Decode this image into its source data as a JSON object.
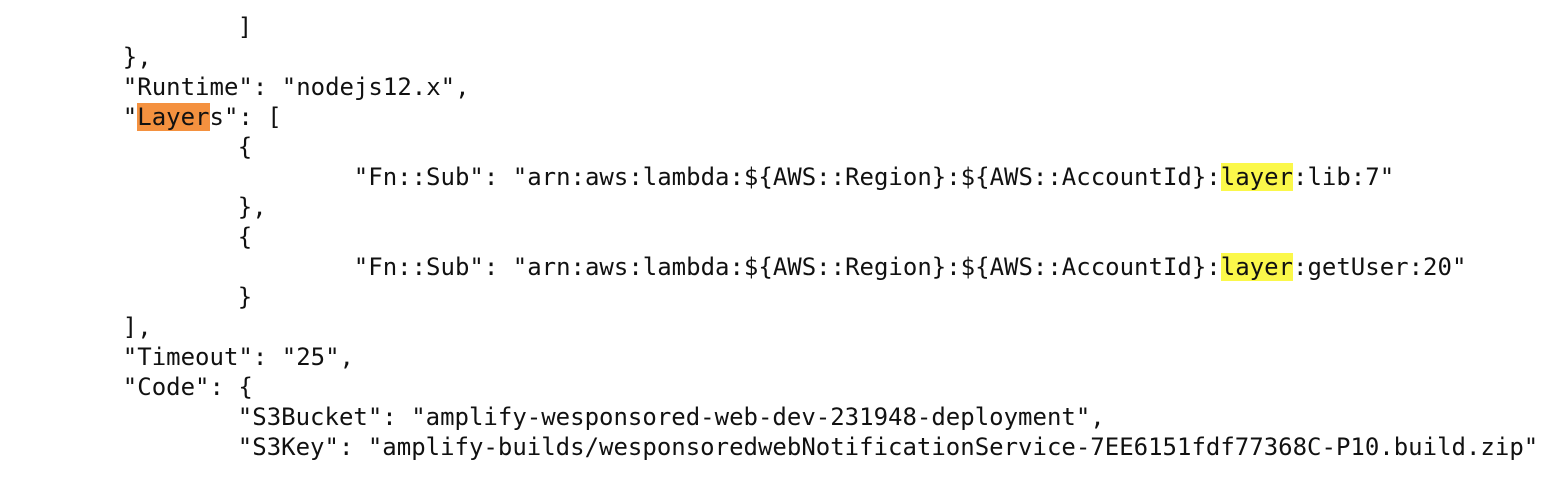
{
  "search": {
    "query": "layer",
    "colors": {
      "current_match": "#f4913f",
      "other_match": "#fbf84a"
    }
  },
  "code": {
    "l_close_bracket": "]",
    "l_close_brace": "},",
    "runtime": "\"Runtime\": \"nodejs12.x\",",
    "layers_open_quote": "\"",
    "layers_match": "Layer",
    "layers_rest": "s\": [",
    "l_open1": "{",
    "sub1_before": "\"Fn::Sub\": \"arn:aws:lambda:${AWS::Region}:${AWS::AccountId}:",
    "sub1_match": "layer",
    "sub1_after": ":lib:7\"",
    "l_close1": "},",
    "l_open2": "{",
    "sub2_before": "\"Fn::Sub\": \"arn:aws:lambda:${AWS::Region}:${AWS::AccountId}:",
    "sub2_match": "layer",
    "sub2_after": ":getUser:20\"",
    "l_close2": "}",
    "l_array_close": "],",
    "timeout": "\"Timeout\": \"25\",",
    "code_open": "\"Code\": {",
    "s3bucket": "\"S3Bucket\": \"amplify-wesponsored-web-dev-231948-deployment\",",
    "s3key_partial": "\"S3Key\": \"amplify-builds/wesponsoredwebNotificationService-7EE6151fdf77368C-P10.build.zip\""
  }
}
